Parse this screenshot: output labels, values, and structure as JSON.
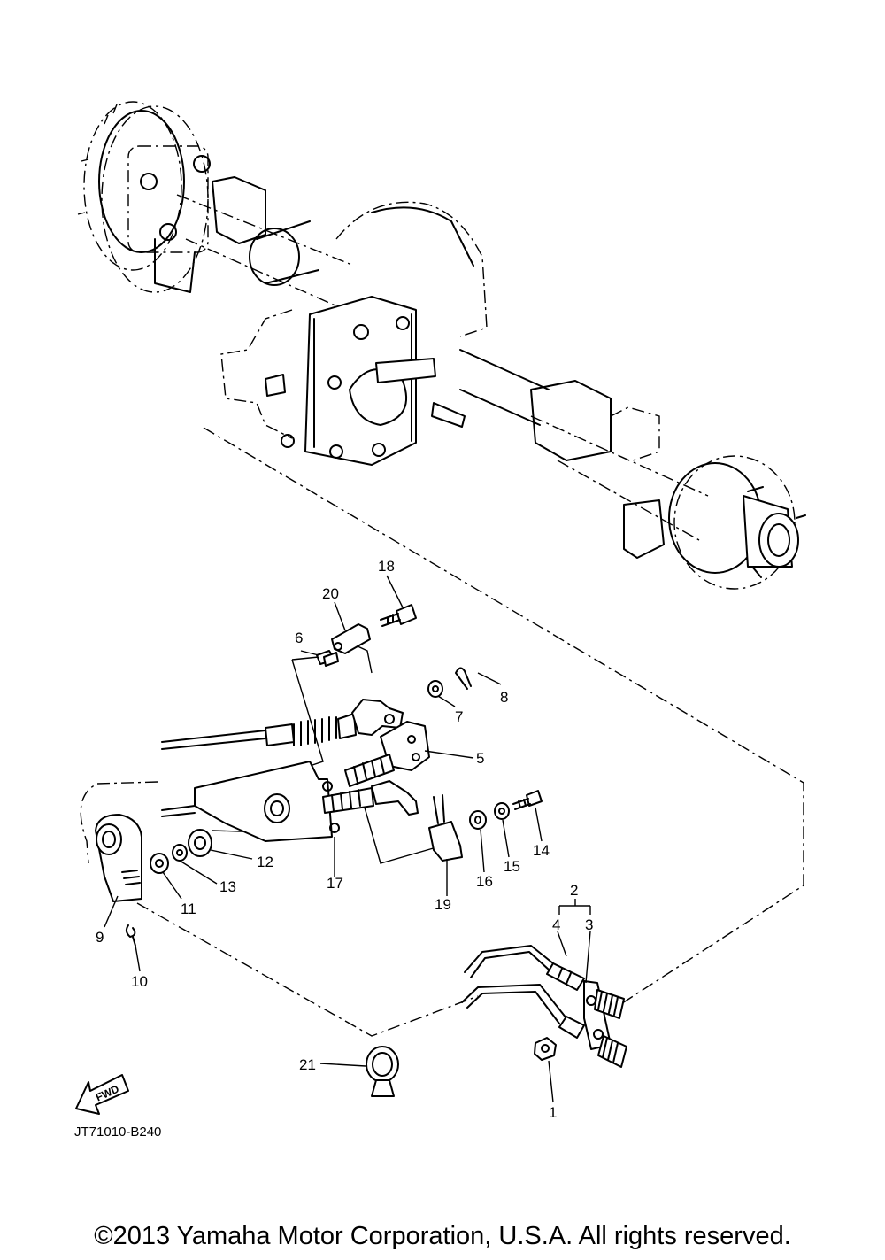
{
  "diagram": {
    "code": "JT71010-B240",
    "fwd_label": "FWD",
    "callouts": [
      {
        "id": "1",
        "text": "1"
      },
      {
        "id": "2",
        "text": "2"
      },
      {
        "id": "3",
        "text": "3"
      },
      {
        "id": "4",
        "text": "4"
      },
      {
        "id": "5",
        "text": "5"
      },
      {
        "id": "6",
        "text": "6"
      },
      {
        "id": "7",
        "text": "7"
      },
      {
        "id": "8",
        "text": "8"
      },
      {
        "id": "9",
        "text": "9"
      },
      {
        "id": "10",
        "text": "10"
      },
      {
        "id": "11",
        "text": "11"
      },
      {
        "id": "12",
        "text": "12"
      },
      {
        "id": "13",
        "text": "13"
      },
      {
        "id": "14",
        "text": "14"
      },
      {
        "id": "15",
        "text": "15"
      },
      {
        "id": "16",
        "text": "16"
      },
      {
        "id": "17",
        "text": "17"
      },
      {
        "id": "18",
        "text": "18"
      },
      {
        "id": "19",
        "text": "19"
      },
      {
        "id": "20",
        "text": "20"
      },
      {
        "id": "21",
        "text": "21"
      }
    ]
  },
  "footer": {
    "copyright": "©2013 Yamaha Motor Corporation, U.S.A. All rights reserved."
  }
}
